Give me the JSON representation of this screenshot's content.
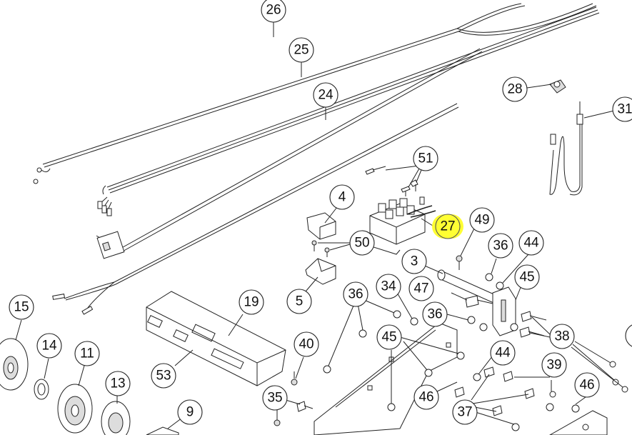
{
  "callouts": [
    {
      "id": "c26",
      "label": "26"
    },
    {
      "id": "c25",
      "label": "25"
    },
    {
      "id": "c24",
      "label": "24"
    },
    {
      "id": "c28",
      "label": "28"
    },
    {
      "id": "c31",
      "label": "31"
    },
    {
      "id": "c51",
      "label": "51"
    },
    {
      "id": "c4",
      "label": "4"
    },
    {
      "id": "c27",
      "label": "27"
    },
    {
      "id": "c49",
      "label": "49"
    },
    {
      "id": "c50",
      "label": "50"
    },
    {
      "id": "c36a",
      "label": "36"
    },
    {
      "id": "c44a",
      "label": "44"
    },
    {
      "id": "c3",
      "label": "3"
    },
    {
      "id": "c45a",
      "label": "45"
    },
    {
      "id": "c5",
      "label": "5"
    },
    {
      "id": "c36b",
      "label": "36"
    },
    {
      "id": "c34",
      "label": "34"
    },
    {
      "id": "c47",
      "label": "47"
    },
    {
      "id": "c36c",
      "label": "36"
    },
    {
      "id": "c38",
      "label": "38"
    },
    {
      "id": "c15",
      "label": "15"
    },
    {
      "id": "c19",
      "label": "19"
    },
    {
      "id": "c14",
      "label": "14"
    },
    {
      "id": "c11",
      "label": "11"
    },
    {
      "id": "c40",
      "label": "40"
    },
    {
      "id": "c45b",
      "label": "45"
    },
    {
      "id": "c44b",
      "label": "44"
    },
    {
      "id": "c53",
      "label": "53"
    },
    {
      "id": "c13",
      "label": "13"
    },
    {
      "id": "c39",
      "label": "39"
    },
    {
      "id": "c46a",
      "label": "46"
    },
    {
      "id": "c46b",
      "label": "46"
    },
    {
      "id": "c35",
      "label": "35"
    },
    {
      "id": "c9",
      "label": "9"
    },
    {
      "id": "c37",
      "label": "37"
    },
    {
      "id": "c4b",
      "label": "4"
    }
  ],
  "highlighted": "27",
  "colors": {
    "highlight": "#ffff33",
    "line": "#222222",
    "background": "#ffffff"
  }
}
